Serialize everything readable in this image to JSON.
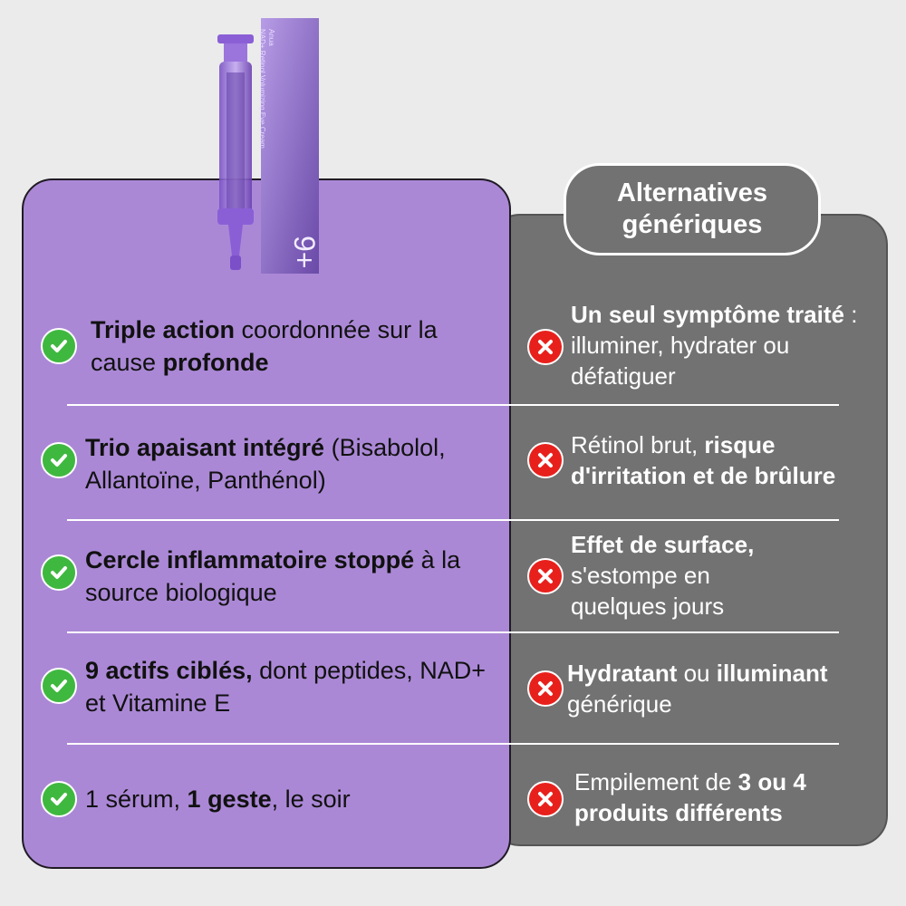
{
  "product": {
    "brand": "Anua",
    "name": "NAD+ Retinol Volumizing Eye Cream",
    "badge": "9+"
  },
  "alternatives_header": "Alternatives génériques",
  "rows": [
    {
      "left": [
        {
          "t": "Triple action",
          "b": true
        },
        {
          "t": " coordonnée sur la cause ",
          "b": false
        },
        {
          "t": "profonde",
          "b": true
        }
      ],
      "right": [
        {
          "t": "Un seul symptôme traité",
          "b": true
        },
        {
          "t": " : illuminer, hydrater ou défatiguer",
          "b": false
        }
      ]
    },
    {
      "left": [
        {
          "t": "Trio apaisant intégré",
          "b": true
        },
        {
          "t": " (Bisabolol, Allantoïne, Panthénol)",
          "b": false
        }
      ],
      "right": [
        {
          "t": "Rétinol brut, ",
          "b": false
        },
        {
          "t": "risque d'irritation et de brûlure",
          "b": true
        }
      ]
    },
    {
      "left": [
        {
          "t": "Cercle inflammatoire stoppé",
          "b": true
        },
        {
          "t": " à la source biologique",
          "b": false
        }
      ],
      "right": [
        {
          "t": "Effet de surface,",
          "b": true
        },
        {
          "t": " s'estompe en quelques jours",
          "b": false
        }
      ]
    },
    {
      "left": [
        {
          "t": "9 actifs ciblés,",
          "b": true
        },
        {
          "t": " dont peptides, NAD+ et Vitamine E",
          "b": false
        }
      ],
      "right": [
        {
          "t": "Hydratant",
          "b": true
        },
        {
          "t": " ou ",
          "b": false
        },
        {
          "t": "illuminant",
          "b": true
        },
        {
          "t": " générique",
          "b": false
        }
      ]
    },
    {
      "left": [
        {
          "t": "1 sérum, ",
          "b": false
        },
        {
          "t": "1 geste",
          "b": true
        },
        {
          "t": ", le soir",
          "b": false
        }
      ],
      "right": [
        {
          "t": "Empilement de ",
          "b": false
        },
        {
          "t": "3 ou 4 produits différents",
          "b": true
        }
      ]
    }
  ],
  "icons": {
    "positive": "check-icon",
    "negative": "cross-icon"
  },
  "colors": {
    "left_card": "#ab88d6",
    "right_card": "#727272",
    "check": "#3fb83f",
    "cross": "#e8201c"
  }
}
